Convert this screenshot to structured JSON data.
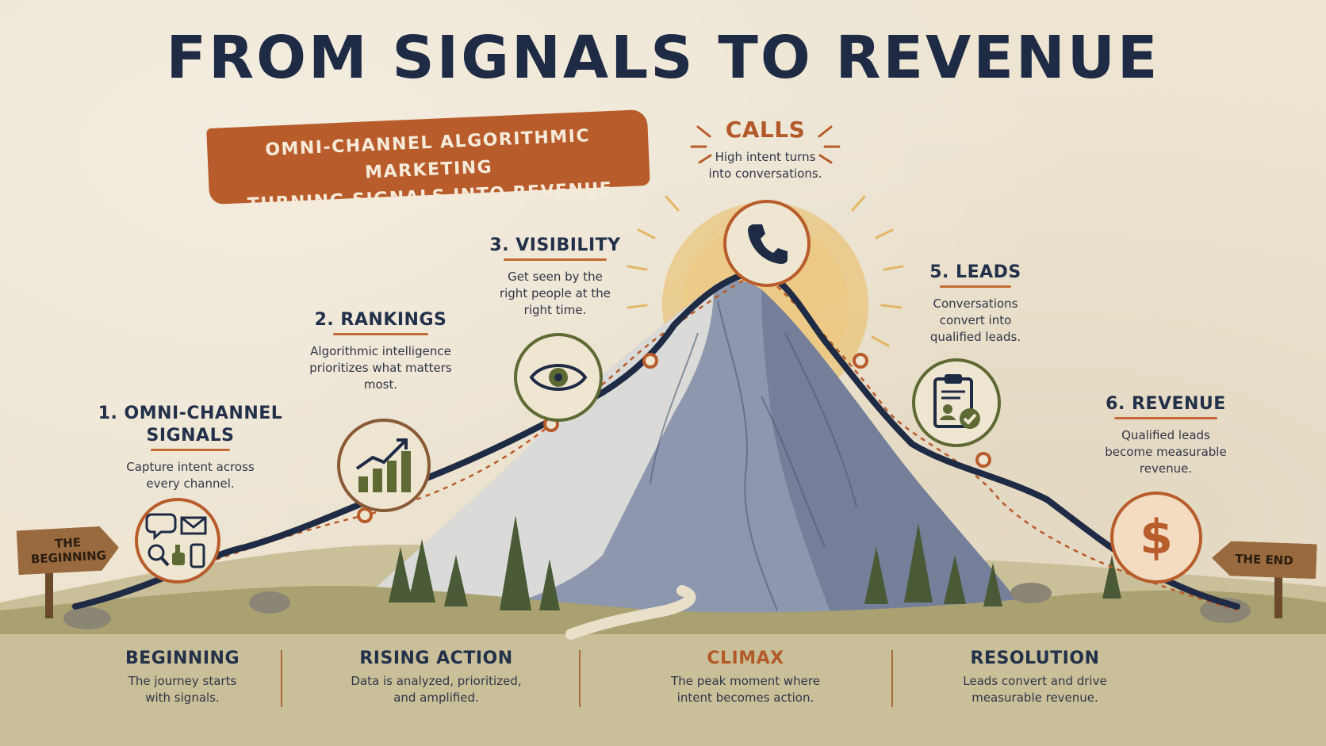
{
  "title": "FROM SIGNALS TO REVENUE",
  "banner": {
    "line1": "OMNI-CHANNEL ALGORITHMIC MARKETING",
    "line2": "TURNING SIGNALS INTO REVENUE"
  },
  "steps": [
    {
      "title_line1": "1. OMNI-CHANNEL",
      "title_line2": "SIGNALS",
      "desc_line1": "Capture intent across",
      "desc_line2": "every channel.",
      "desc_line3": ""
    },
    {
      "title_line1": "2. RANKINGS",
      "title_line2": "",
      "desc_line1": "Algorithmic intelligence",
      "desc_line2": "prioritizes what matters",
      "desc_line3": "most."
    },
    {
      "title_line1": "3. VISIBILITY",
      "title_line2": "",
      "desc_line1": "Get seen by the",
      "desc_line2": "right people at the",
      "desc_line3": "right time."
    },
    {
      "title_line1": "CALLS",
      "title_line2": "",
      "desc_line1": "High intent turns",
      "desc_line2": "into conversations.",
      "desc_line3": ""
    },
    {
      "title_line1": "5. LEADS",
      "title_line2": "",
      "desc_line1": "Conversations",
      "desc_line2": "convert into",
      "desc_line3": "qualified leads."
    },
    {
      "title_line1": "6. REVENUE",
      "title_line2": "",
      "desc_line1": "Qualified leads",
      "desc_line2": "become measurable",
      "desc_line3": "revenue."
    }
  ],
  "signs": {
    "start_line1": "THE",
    "start_line2": "BEGINNING",
    "end": "THE END"
  },
  "revenue_symbol": "$",
  "phases": [
    {
      "title": "BEGINNING",
      "desc_line1": "The journey starts",
      "desc_line2": "with signals."
    },
    {
      "title": "RISING ACTION",
      "desc_line1": "Data is analyzed, prioritized,",
      "desc_line2": "and amplified."
    },
    {
      "title": "CLIMAX",
      "desc_line1": "The peak moment where",
      "desc_line2": "intent becomes action."
    },
    {
      "title": "RESOLUTION",
      "desc_line1": "Leads convert and drive",
      "desc_line2": "measurable revenue."
    }
  ],
  "colors": {
    "navy": "#1f2b44",
    "rust": "#b85c2c",
    "olive": "#5e6a34",
    "sun": "#e9b95c",
    "paper": "#ede4d1"
  },
  "icons": [
    "chat-icon",
    "mail-icon",
    "search-icon",
    "thumbs-up-icon",
    "phone-device-icon",
    "growth-chart-icon",
    "eye-icon",
    "telephone-icon",
    "clipboard-check-icon",
    "dollar-icon"
  ]
}
